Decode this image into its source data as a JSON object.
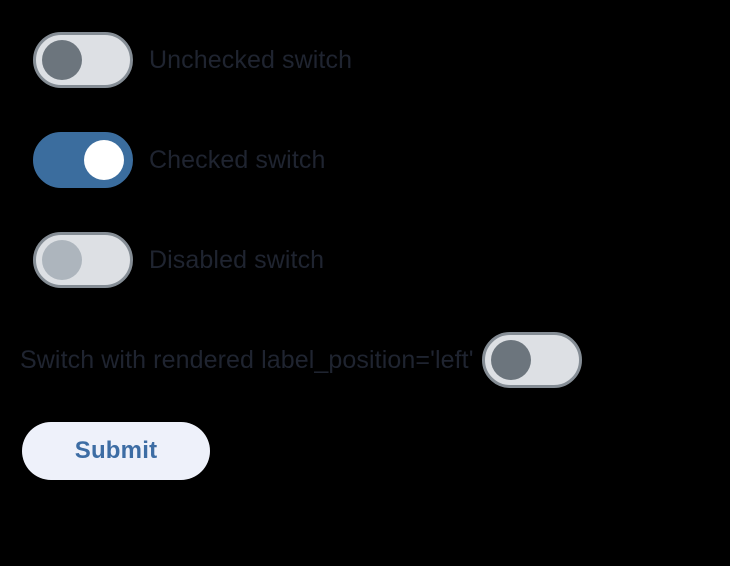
{
  "page": {
    "background_color": "#000000"
  },
  "colors": {
    "switch_track_off": "#dde0e4",
    "switch_track_on": "#3b6d9e",
    "switch_border": "#858d95",
    "switch_thumb_off": "#6c757d",
    "switch_thumb_on": "#ffffff",
    "switch_thumb_disabled": "#adb5bd",
    "label_text": "#1f2430",
    "button_background": "#eef1fa",
    "button_text": "#3d6da4"
  },
  "switches": [
    {
      "label": "Unchecked switch",
      "state": "unchecked",
      "checked": false,
      "disabled": false,
      "label_position": "right"
    },
    {
      "label": "Checked switch",
      "state": "checked",
      "checked": true,
      "disabled": false,
      "label_position": "right"
    },
    {
      "label": "Disabled switch",
      "state": "disabled",
      "checked": false,
      "disabled": true,
      "label_position": "right"
    },
    {
      "label": "Switch with rendered label_position='left'",
      "state": "unchecked",
      "checked": false,
      "disabled": false,
      "label_position": "left"
    }
  ],
  "form": {
    "submit_label": "Submit"
  }
}
